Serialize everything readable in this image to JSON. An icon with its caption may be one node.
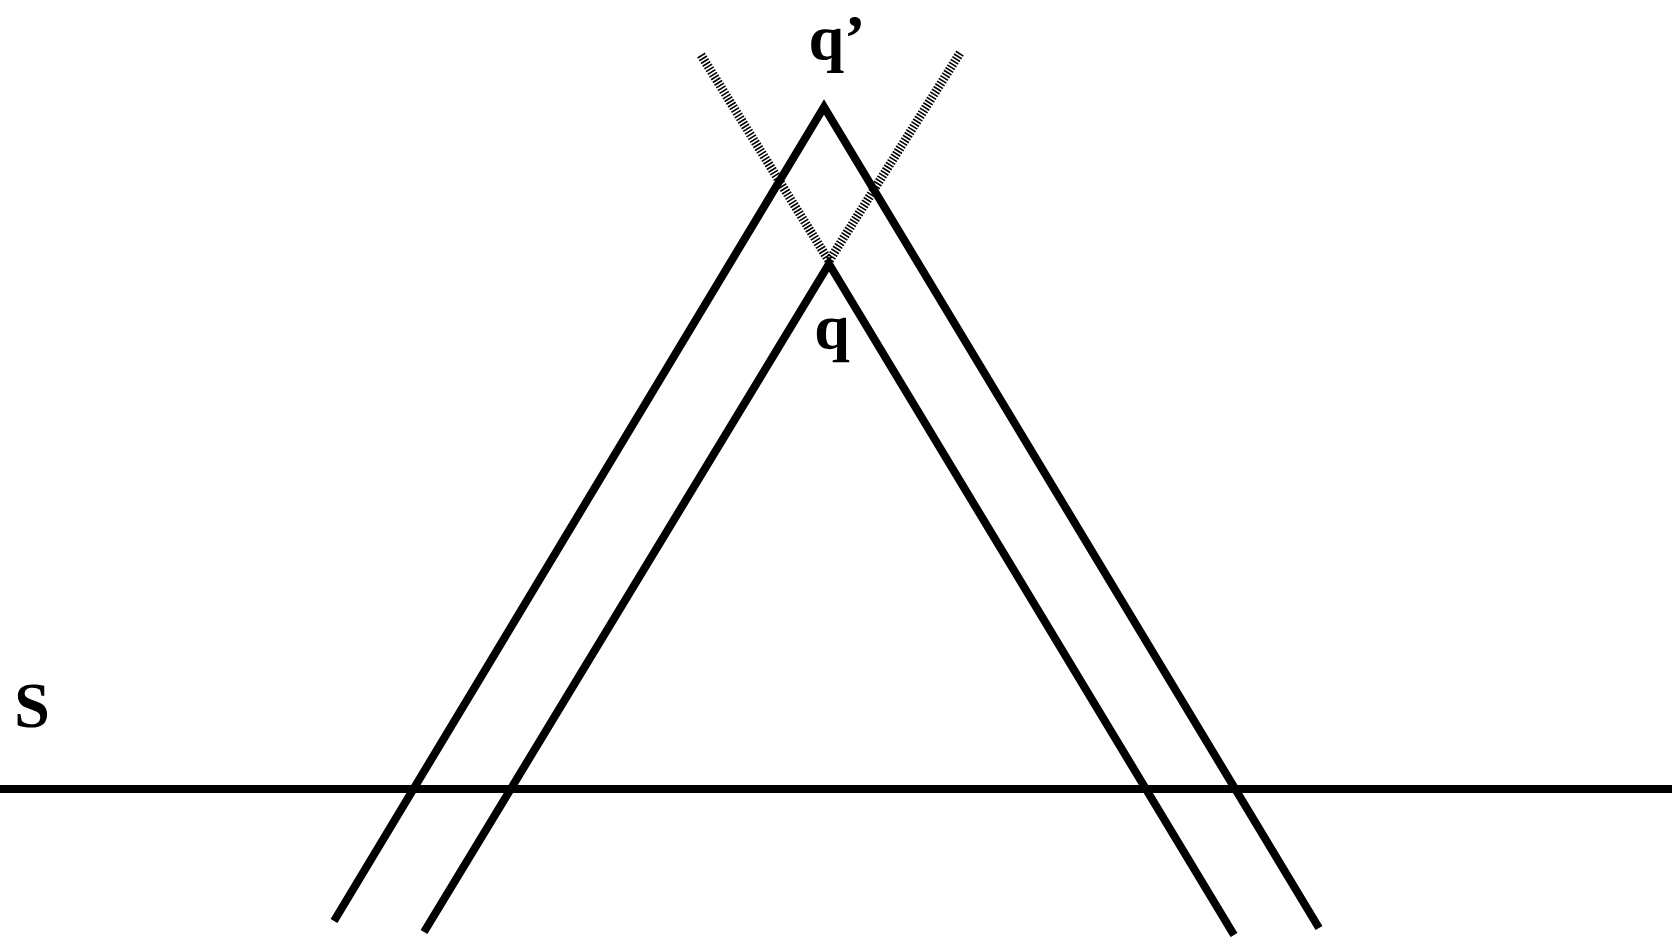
{
  "diagram": {
    "labels": [
      "q’",
      "q",
      "S"
    ]
  }
}
